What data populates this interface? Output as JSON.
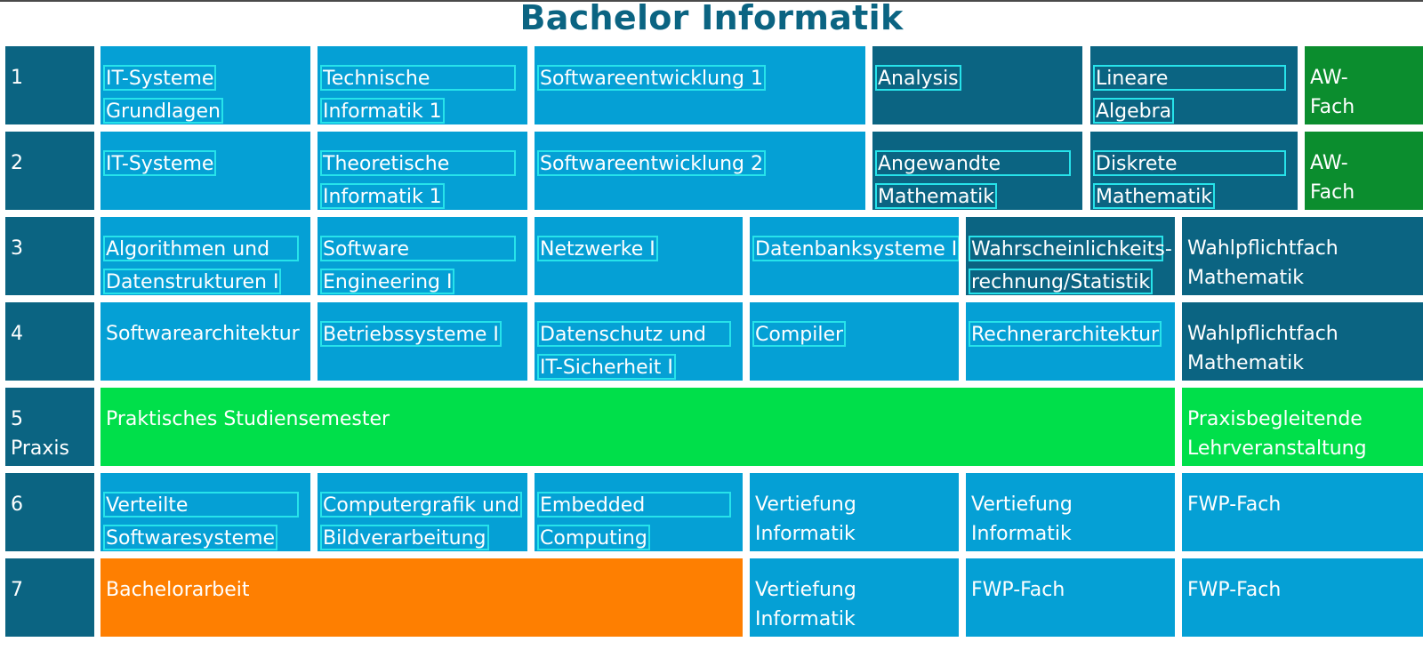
{
  "title": "Bachelor Informatik",
  "colors": {
    "title": "#0b6482",
    "semester": "#0b6482",
    "module": "#05a0d5",
    "math": "#0b6482",
    "aw": "#0b8d2e",
    "praxis": "#00df4a",
    "thesis": "#fe7f01",
    "highlight_border": "#27e3ea"
  },
  "semesters": [
    {
      "label": [
        "1"
      ]
    },
    {
      "label": [
        "2"
      ]
    },
    {
      "label": [
        "3"
      ]
    },
    {
      "label": [
        "4"
      ]
    },
    {
      "label": [
        "5",
        "Praxis"
      ]
    },
    {
      "label": [
        "6"
      ]
    },
    {
      "label": [
        "7"
      ]
    }
  ],
  "modules": {
    "s1": [
      {
        "lines": [
          "IT-Systeme",
          "Grundlagen"
        ],
        "highlighted": true
      },
      {
        "lines": [
          "Technische",
          "Informatik 1"
        ],
        "highlighted": true
      },
      {
        "lines": [
          "Softwareentwicklung 1"
        ],
        "highlighted": true
      },
      {
        "lines": [
          "Analysis"
        ],
        "highlighted": true
      },
      {
        "lines": [
          "Lineare",
          "Algebra"
        ],
        "highlighted": true
      },
      {
        "lines": [
          "AW-",
          "Fach"
        ],
        "highlighted": false
      }
    ],
    "s2": [
      {
        "lines": [
          "IT-Systeme"
        ],
        "highlighted": true
      },
      {
        "lines": [
          "Theoretische",
          "Informatik 1"
        ],
        "highlighted": true
      },
      {
        "lines": [
          "Softwareentwicklung 2"
        ],
        "highlighted": true
      },
      {
        "lines": [
          "Angewandte",
          "Mathematik"
        ],
        "highlighted": true
      },
      {
        "lines": [
          "Diskrete",
          "Mathematik"
        ],
        "highlighted": true
      },
      {
        "lines": [
          "AW-",
          "Fach"
        ],
        "highlighted": false
      }
    ],
    "s3": [
      {
        "lines": [
          "Algorithmen und",
          "Datenstrukturen I"
        ],
        "highlighted": true
      },
      {
        "lines": [
          "Software",
          "Engineering I"
        ],
        "highlighted": true
      },
      {
        "lines": [
          "Netzwerke I"
        ],
        "highlighted": true
      },
      {
        "lines": [
          "Datenbanksysteme I"
        ],
        "highlighted": true
      },
      {
        "lines": [
          "Wahrscheinlichkeits-",
          "rechnung/Statistik"
        ],
        "highlighted": true
      },
      {
        "lines": [
          "Wahlpflichtfach",
          "Mathematik"
        ],
        "highlighted": false
      }
    ],
    "s4": [
      {
        "lines": [
          "Softwarearchitektur"
        ],
        "highlighted": false
      },
      {
        "lines": [
          "Betriebssysteme I"
        ],
        "highlighted": true
      },
      {
        "lines": [
          "Datenschutz und",
          "IT-Sicherheit I"
        ],
        "highlighted": true
      },
      {
        "lines": [
          "Compiler"
        ],
        "highlighted": true
      },
      {
        "lines": [
          "Rechnerarchitektur"
        ],
        "highlighted": true
      },
      {
        "lines": [
          "Wahlpflichtfach",
          "Mathematik"
        ],
        "highlighted": false
      }
    ],
    "s5": [
      {
        "lines": [
          "Praktisches Studiensemester"
        ],
        "highlighted": false
      },
      {
        "lines": [
          "Praxisbegleitende",
          "Lehrveranstaltung"
        ],
        "highlighted": false
      }
    ],
    "s6": [
      {
        "lines": [
          "Verteilte",
          "Softwaresysteme"
        ],
        "highlighted": true
      },
      {
        "lines": [
          "Computergrafik und",
          "Bildverarbeitung"
        ],
        "highlighted": true
      },
      {
        "lines": [
          "Embedded",
          "Computing"
        ],
        "highlighted": true
      },
      {
        "lines": [
          "Vertiefung",
          "Informatik"
        ],
        "highlighted": false
      },
      {
        "lines": [
          "Vertiefung",
          "Informatik"
        ],
        "highlighted": false
      },
      {
        "lines": [
          "FWP-Fach"
        ],
        "highlighted": false
      }
    ],
    "s7": [
      {
        "lines": [
          "Bachelorarbeit"
        ],
        "highlighted": false
      },
      {
        "lines": [
          "Vertiefung",
          "Informatik"
        ],
        "highlighted": false
      },
      {
        "lines": [
          "FWP-Fach"
        ],
        "highlighted": false
      },
      {
        "lines": [
          "FWP-Fach"
        ],
        "highlighted": false
      }
    ]
  }
}
